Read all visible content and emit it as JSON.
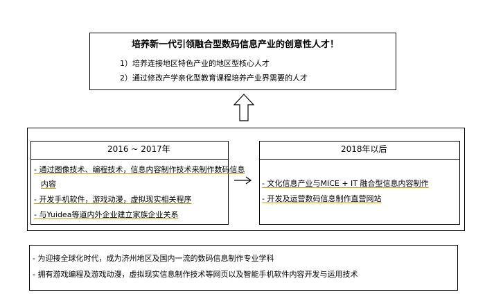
{
  "goal": {
    "title": "培养新一代引领融合型数码信息产业的创意性人才！",
    "items": [
      "1）培养连接地区特色产业的地区型核心人才",
      "2）通过修改产学亲化型教育课程培养产业界需要的人才"
    ]
  },
  "left_panel": {
    "header": "2016 ~ 2017年",
    "items": [
      "- 通过图像技术、编程技术，信息内容制作技术来制作数码信息",
      "内容",
      "- 开发手机软件，游戏动漫，虚拟现实相关程序",
      "- 与Yuidea等道内外企业建立家族企业关系"
    ]
  },
  "right_panel": {
    "header": "2018年以后",
    "items": [
      "- 文化信息产业与MICE + IT 融合型信息内容制作",
      "- 开发及运营数码信息制作直营网站"
    ]
  },
  "bottom": {
    "items": [
      "- 为迎接全球化时代，成为济州地区及国内一流的数码信息制作专业学科",
      "- 拥有游戏编程及游戏动漫，虚拟现实信息制作技术等网页以及智能手机软件内容开发与运用技术"
    ]
  }
}
